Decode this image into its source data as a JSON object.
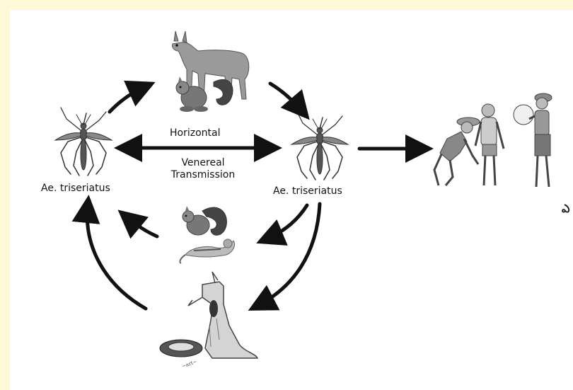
{
  "diagram": {
    "left_mosquito_label": "Ae. triseriatus",
    "right_mosquito_label": "Ae. triseriatus",
    "horizontal_label": "Horizontal",
    "venereal_line1": "Venereal",
    "venereal_line2": "Transmission",
    "edge_icon_glyph": "ఎ"
  },
  "illustrations": {
    "top": "deer-and-squirrel",
    "middle": "squirrel-and-chipmunk",
    "bottom": "tree-stump-and-tire",
    "right": "children-playing",
    "mosquitoes": "mosquito"
  }
}
